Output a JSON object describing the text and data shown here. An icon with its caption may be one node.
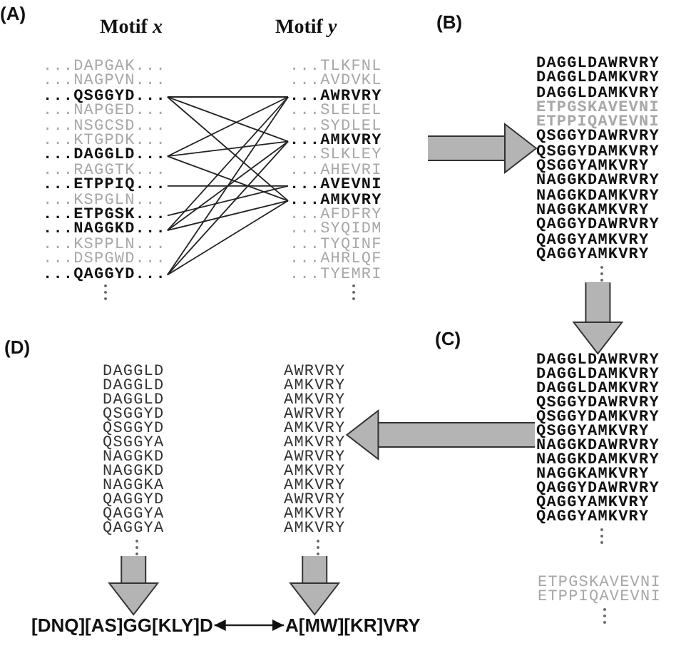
{
  "diagram": {
    "nodes": [
      {
        "text": [
          "...QSGGYD..."
        ]
      },
      {
        "text": [
          "...DAGGLD..."
        ]
      },
      {
        "text": [
          "...ETPPIQ..."
        ]
      },
      {
        "text": [
          "...ETPGSK..."
        ]
      },
      {
        "text": [
          "...NAGGKD..."
        ]
      },
      {
        "text": [
          "...QAGGYD..."
        ]
      },
      {
        "text": [
          "...AWRVRY"
        ]
      },
      {
        "text": [
          "...AMKVRY"
        ]
      },
      {
        "text": [
          "...AVEVNI"
        ]
      },
      {
        "text": [
          "...AMKVRY"
        ]
      },
      {
        "text": [
          "DAGGLDAWRVRY",
          "DAGGLDAMKVRY",
          "DAGGLDAMKVRY",
          "ETPGSKAVEVNI",
          "ETPPIQAVEVNI",
          "QSGGYDAWRVRY",
          "QSGGYDAMKVRY",
          "QSGGYAMKVRY",
          "NAGGKDAWRVRY",
          "NAGGKDAMKVRY",
          "NAGGKAMKVRY",
          "QAGGYDAWRVRY",
          "QAGGYAMKVRY",
          "QAGGYAMKVRY"
        ]
      },
      {
        "text": [
          "DAGGLDAWRVRY",
          "DAGGLDAMKVRY",
          "DAGGLDAMKVRY",
          "QSGGYDAWRVRY",
          "QSGGYDAMKVRY",
          "QSGGYAMKVRY",
          "NAGGKDAWRVRY",
          "NAGGKDAMKVRY",
          "NAGGKAMKVRY",
          "QAGGYDAWRVRY",
          "QAGGYAMKVRY",
          "QAGGYAMKVRY"
        ]
      },
      {
        "text": [
          "DAGGLD",
          "DAGGLD",
          "DAGGLD",
          "QSGGYD",
          "QSGGYD",
          "QSGGYA",
          "NAGGKD",
          "NAGGKD",
          "NAGGKA",
          "QAGGYD",
          "QAGGYA",
          "QAGGYA"
        ]
      },
      {
        "text": [
          "AWRVRY",
          "AMKVRY",
          "AMKVRY",
          "AWRVRY",
          "AMKVRY",
          "AMKVRY",
          "AWRVRY",
          "AMKVRY",
          "AMKVRY",
          "AWRVRY",
          "AMKVRY",
          "AMKVRY"
        ]
      },
      {
        "text": [
          "[DNQ][AS]GG[KLY]D"
        ]
      },
      {
        "text": [
          "A[MW][KR]VRY"
        ]
      }
    ],
    "edges": [
      {
        "from": 0,
        "to": 6,
        "arrow": "none"
      },
      {
        "from": 0,
        "to": 7,
        "arrow": "none"
      },
      {
        "from": 0,
        "to": 9,
        "arrow": "none"
      },
      {
        "from": 1,
        "to": 6,
        "arrow": "none"
      },
      {
        "from": 1,
        "to": 7,
        "arrow": "none"
      },
      {
        "from": 1,
        "to": 9,
        "arrow": "none"
      },
      {
        "from": 2,
        "to": 8,
        "arrow": "none"
      },
      {
        "from": 3,
        "to": 8,
        "arrow": "none"
      },
      {
        "from": 4,
        "to": 6,
        "arrow": "none"
      },
      {
        "from": 4,
        "to": 7,
        "arrow": "none"
      },
      {
        "from": 4,
        "to": 9,
        "arrow": "none"
      },
      {
        "from": 5,
        "to": 6,
        "arrow": "none"
      },
      {
        "from": 5,
        "to": 7,
        "arrow": "none"
      },
      {
        "from": 5,
        "to": 9,
        "arrow": "none"
      },
      {
        "from": null,
        "to": 10,
        "arrow": "to",
        "style": "thick",
        "color": "#b4b4b4"
      },
      {
        "from": 10,
        "to": 11,
        "arrow": "to",
        "style": "thick",
        "color": "#b4b4b4"
      },
      {
        "from": 11,
        "to": 13,
        "arrow": "to",
        "style": "thick",
        "color": "#b4b4b4"
      },
      {
        "from": 12,
        "to": 14,
        "arrow": "to",
        "style": "thick",
        "color": "#b4b4b4"
      },
      {
        "from": 13,
        "to": 15,
        "arrow": "to",
        "style": "thick",
        "color": "#b4b4b4"
      },
      {
        "from": 14,
        "to": 15,
        "arrow": "both"
      }
    ],
    "labels": [
      "(A)",
      "Motif *x*",
      "Motif *y*",
      "...DAPGAK...",
      "...NAGPVN...",
      "...NAPGED...",
      "...NSGCSD...",
      "...KTGPDK...",
      "...RAGGTK...",
      "...KSPGLN...",
      "...KSPPLN...",
      "...DSPGWD...",
      "...TLKFNL",
      "...AVDVKL",
      "...SLELEL",
      "...SYDLEL",
      "...SLKLEY",
      "...AHEVRI",
      "...AFDFRY",
      "...SYQIDM",
      "...TYQINF",
      "...AHRLQF",
      "...TYEMRI",
      "(B)",
      "(C)",
      "ETPGSKAVEVNI",
      "ETPPIQAVEVNI",
      "(D)"
    ]
  }
}
